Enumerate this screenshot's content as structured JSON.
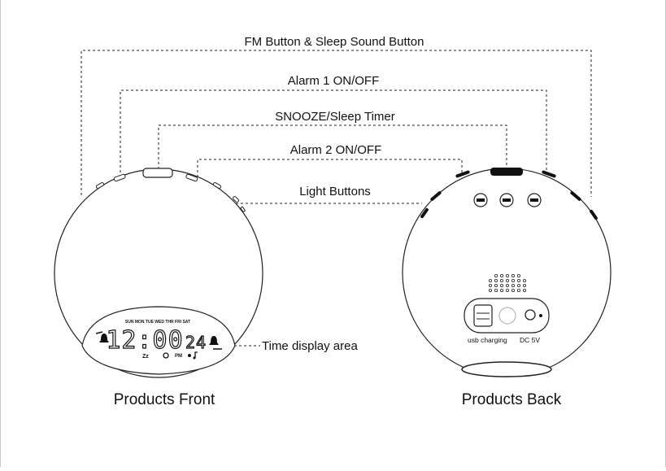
{
  "callouts": {
    "fm_sleep_sound": "FM Button & Sleep Sound Button",
    "alarm1": "Alarm 1 ON/OFF",
    "snooze_sleep_timer": "SNOOZE/Sleep Timer",
    "alarm2": "Alarm 2 ON/OFF",
    "light_buttons": "Light Buttons",
    "time_display": "Time display area"
  },
  "captions": {
    "front": "Products Front",
    "back": "Products Back"
  },
  "front_display": {
    "days": "SUN MON TUE WED THR FRI SAT",
    "time": "12:00",
    "seconds": "24",
    "pm": "PM",
    "zz": "Zz"
  },
  "back_labels": {
    "usb": "usb charging",
    "dc": "DC 5V"
  }
}
